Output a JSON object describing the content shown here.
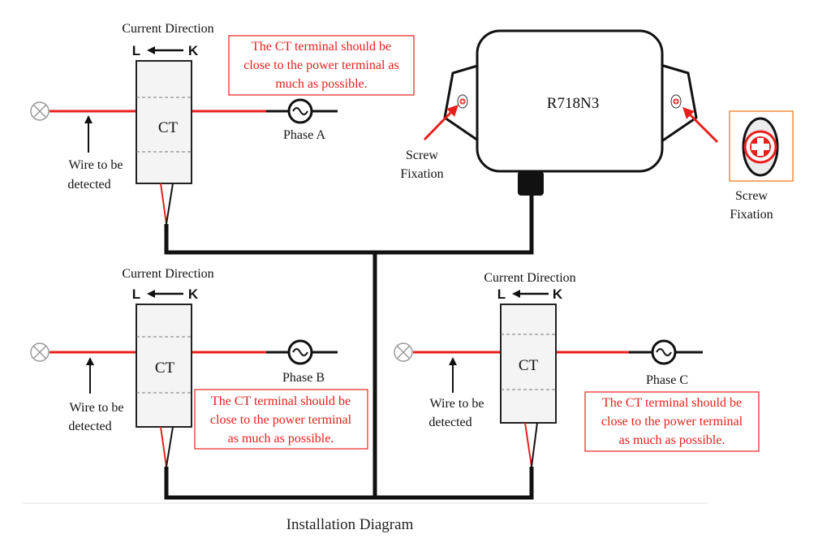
{
  "diagram": {
    "caption": "Installation Diagram",
    "device": {
      "name": "R718N3"
    },
    "note_text": [
      "The CT terminal should be",
      "close to the power terminal as",
      "much as possible."
    ],
    "note_text_b": [
      "The CT terminal should be",
      "close to the power terminal",
      "as much as possible."
    ],
    "phases": [
      {
        "current_direction": "Current Direction",
        "l": "L",
        "k": "K",
        "ct": "CT",
        "phase": "Phase A",
        "wire": [
          "Wire to be",
          "detected"
        ]
      },
      {
        "current_direction": "Current Direction",
        "l": "L",
        "k": "K",
        "ct": "CT",
        "phase": "Phase B",
        "wire": [
          "Wire to be",
          "detected"
        ]
      },
      {
        "current_direction": "Current Direction",
        "l": "L",
        "k": "K",
        "ct": "CT",
        "phase": "Phase C",
        "wire": [
          "Wire to be",
          "detected"
        ]
      }
    ],
    "screw_left": [
      "Screw",
      "Fixation"
    ],
    "screw_right": [
      "Screw",
      "Fixation"
    ]
  },
  "colors": {
    "wire": "#e8201c",
    "note_border": "#e8201c",
    "zoom_border": "#f08c3c",
    "line": "#111111"
  }
}
